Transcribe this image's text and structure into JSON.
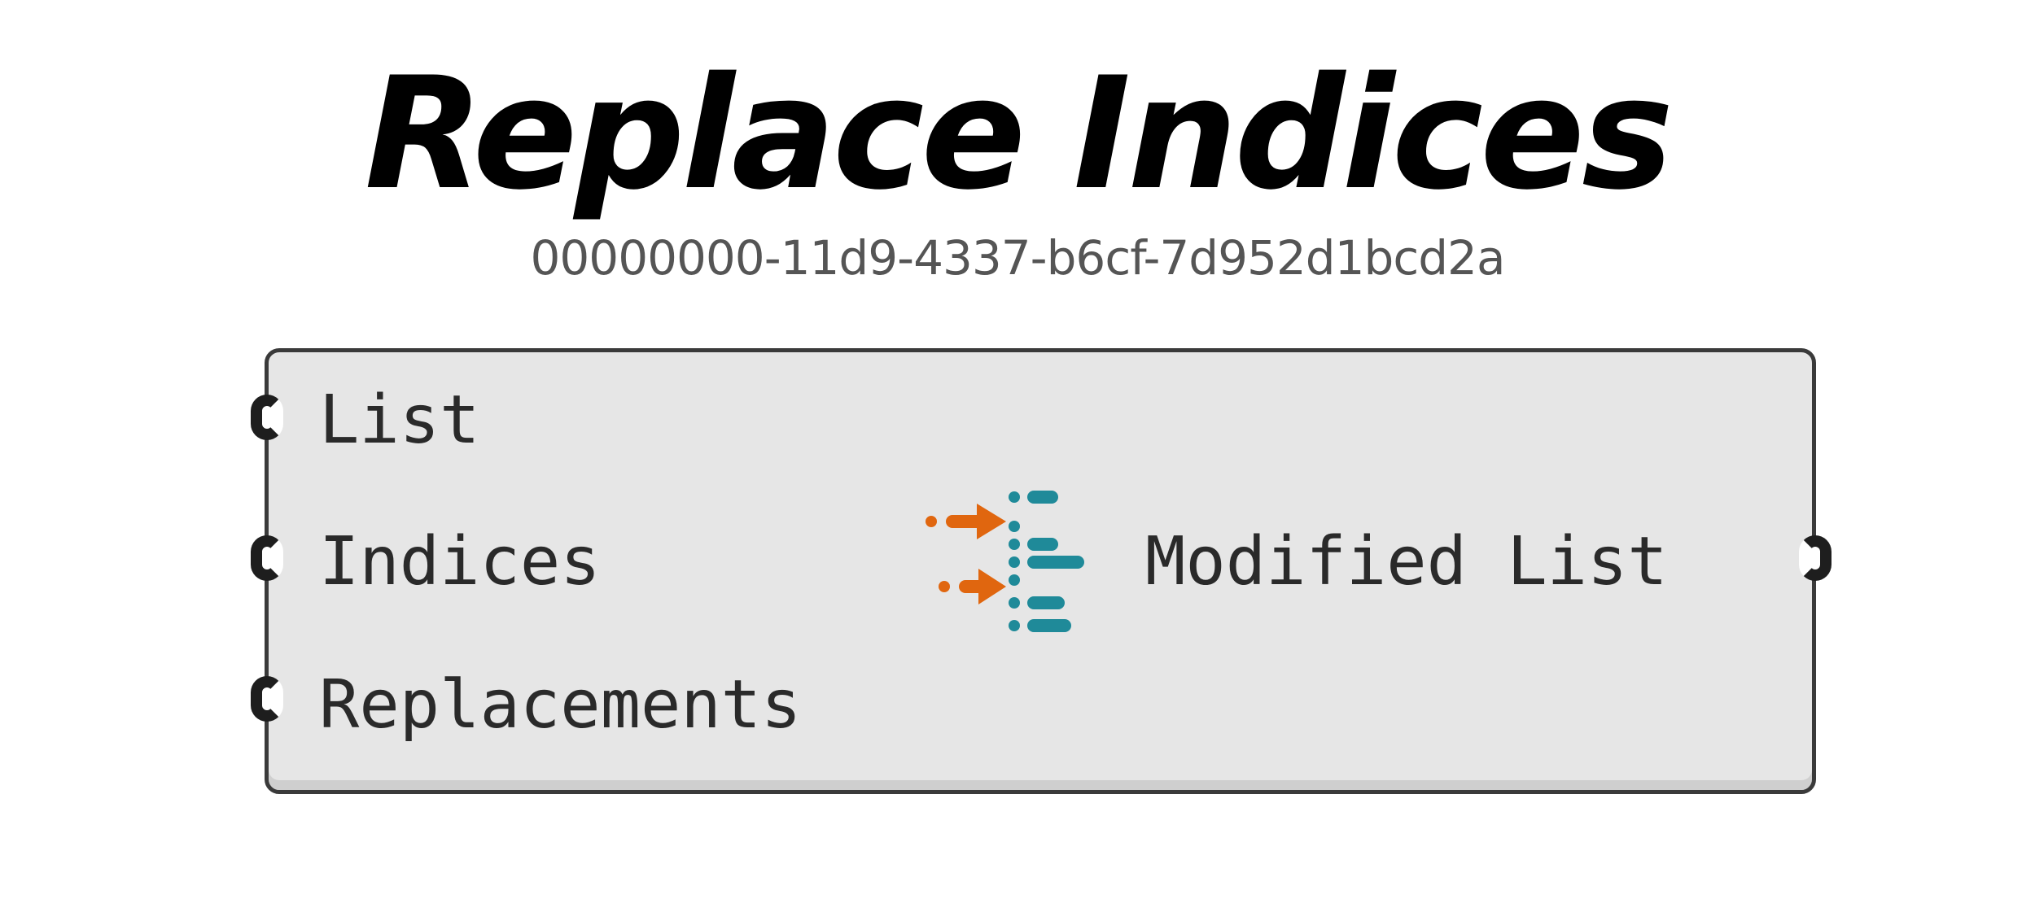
{
  "component": {
    "name": "Replace Indices",
    "guid": "00000000-11d9-4337-b6cf-7d952d1bcd2a",
    "inputs": [
      {
        "label": "List"
      },
      {
        "label": "Indices"
      },
      {
        "label": "Replacements"
      }
    ],
    "outputs": [
      {
        "label": "Modified List"
      }
    ],
    "icon": "replace-indices-icon",
    "colors": {
      "arrow": "#e0660f",
      "list": "#1f8a99",
      "body": "#e6e6e6",
      "border": "#3a3a3a"
    }
  }
}
